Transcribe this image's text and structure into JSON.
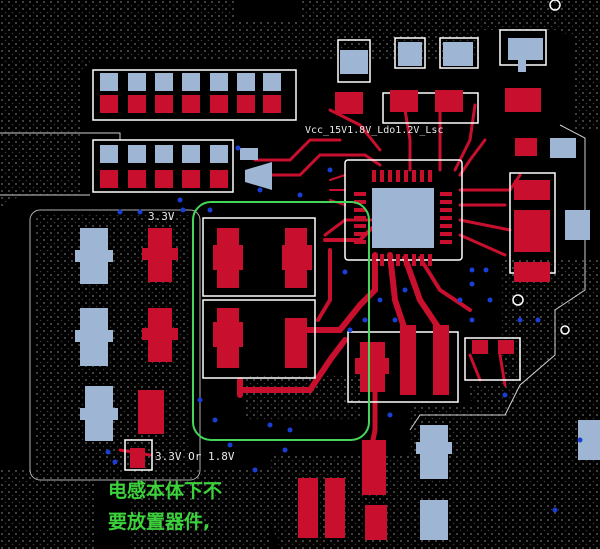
{
  "colors": {
    "background": "#000000",
    "top_copper": "#c8102e",
    "pad_blue": "#9eb6d4",
    "silkscreen": "#ffffff",
    "via": "#1a3fd6",
    "highlight": "#44d65a",
    "annotation": "#3cd23c",
    "hatch": "#4a4a4a"
  },
  "labels": {
    "rail_33": "3.3V",
    "rail_select": "3.3V Or 1.8V",
    "top_net": "Vcc_15V1.8V_Ldo1.2V_Lsc"
  },
  "annotation": {
    "line1": "电感本体下不",
    "line2": "要放置器件,"
  },
  "highlight_box": "inductor-keepout-region"
}
